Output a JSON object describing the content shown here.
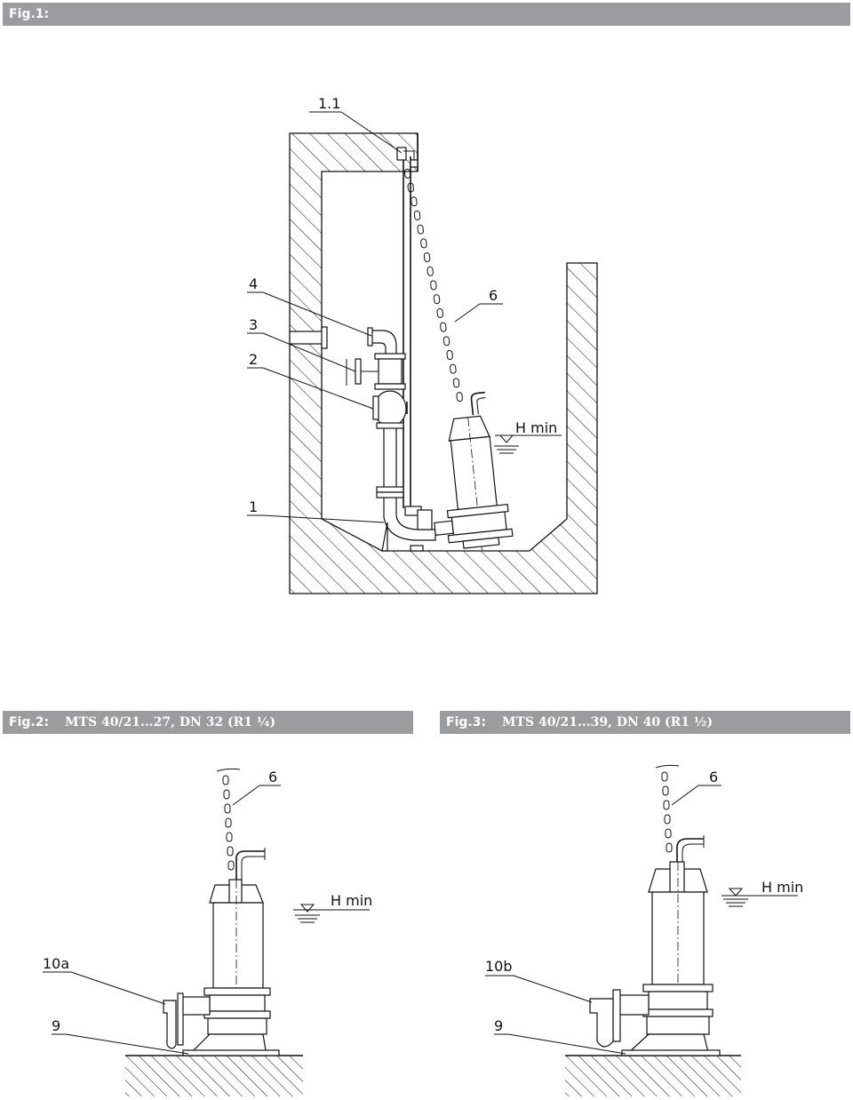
{
  "figures": {
    "fig1": {
      "label": "Fig.1:",
      "title": ""
    },
    "fig2": {
      "label": "Fig.2:",
      "title": "MTS 40/21...27, DN 32 (R1 ¼)"
    },
    "fig3": {
      "label": "Fig.3:",
      "title": "MTS 40/21...39, DN 40 (R1 ½)"
    }
  },
  "callouts": {
    "fig1": [
      "1.1",
      "4",
      "3",
      "2",
      "1",
      "6"
    ],
    "fig2": [
      "6",
      "10a",
      "9"
    ],
    "fig3": [
      "6",
      "10b",
      "9"
    ]
  },
  "water_level": "H min"
}
